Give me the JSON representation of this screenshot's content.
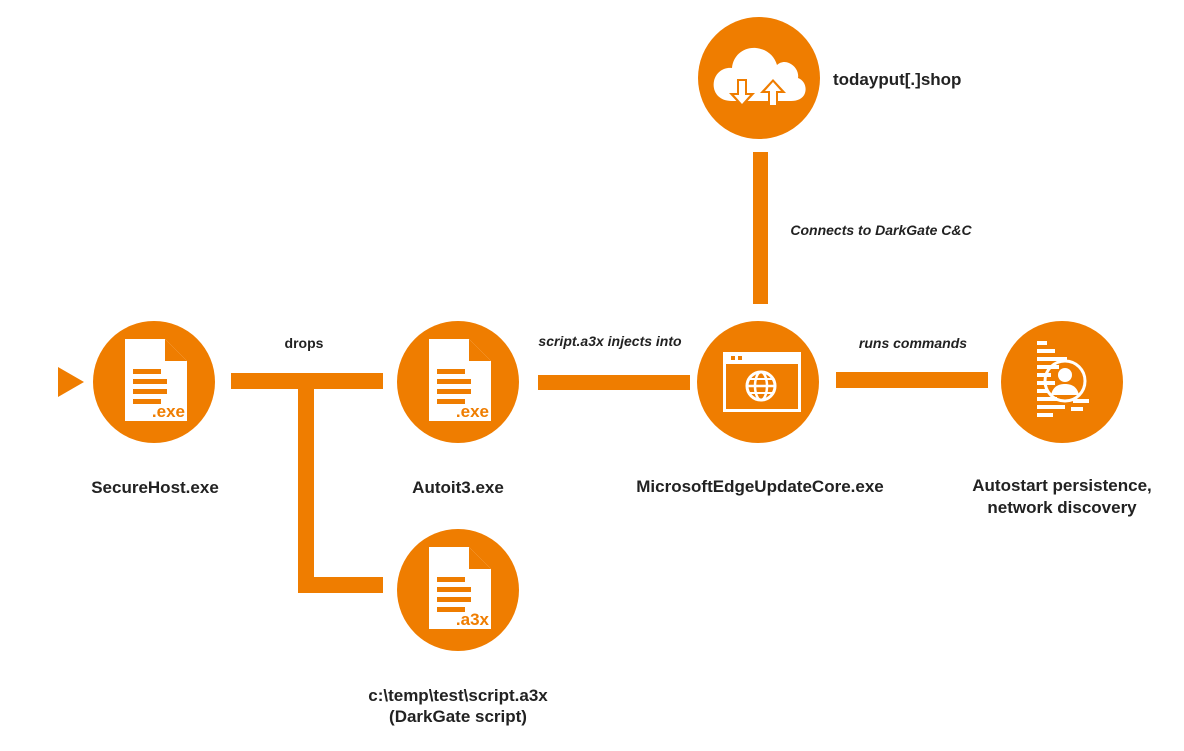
{
  "colors": {
    "accent": "#ef7d00",
    "text": "#222222",
    "background": "#ffffff"
  },
  "nodes": {
    "securehost": {
      "label": "SecureHost.exe",
      "icon": "exe-file-icon",
      "ext": ".exe"
    },
    "autoit": {
      "label": "Autoit3.exe",
      "icon": "exe-file-icon",
      "ext": ".exe"
    },
    "script": {
      "label_line1": "c:\\temp\\test\\script.a3x",
      "label_line2": "(DarkGate script)",
      "icon": "a3x-file-icon",
      "ext": ".a3x"
    },
    "edge": {
      "label": "MicrosoftEdgeUpdateCore.exe",
      "icon": "browser-window-globe-icon"
    },
    "cc": {
      "label": "todayput[.]shop",
      "icon": "cloud-upload-download-icon"
    },
    "persistence": {
      "label_line1": "Autostart persistence,",
      "label_line2": "network discovery",
      "icon": "document-user-icon"
    }
  },
  "edges": {
    "drops": "drops",
    "injects": "script.a3x injects into",
    "connects": "Connects to DarkGate C&C",
    "runs": "runs commands"
  }
}
